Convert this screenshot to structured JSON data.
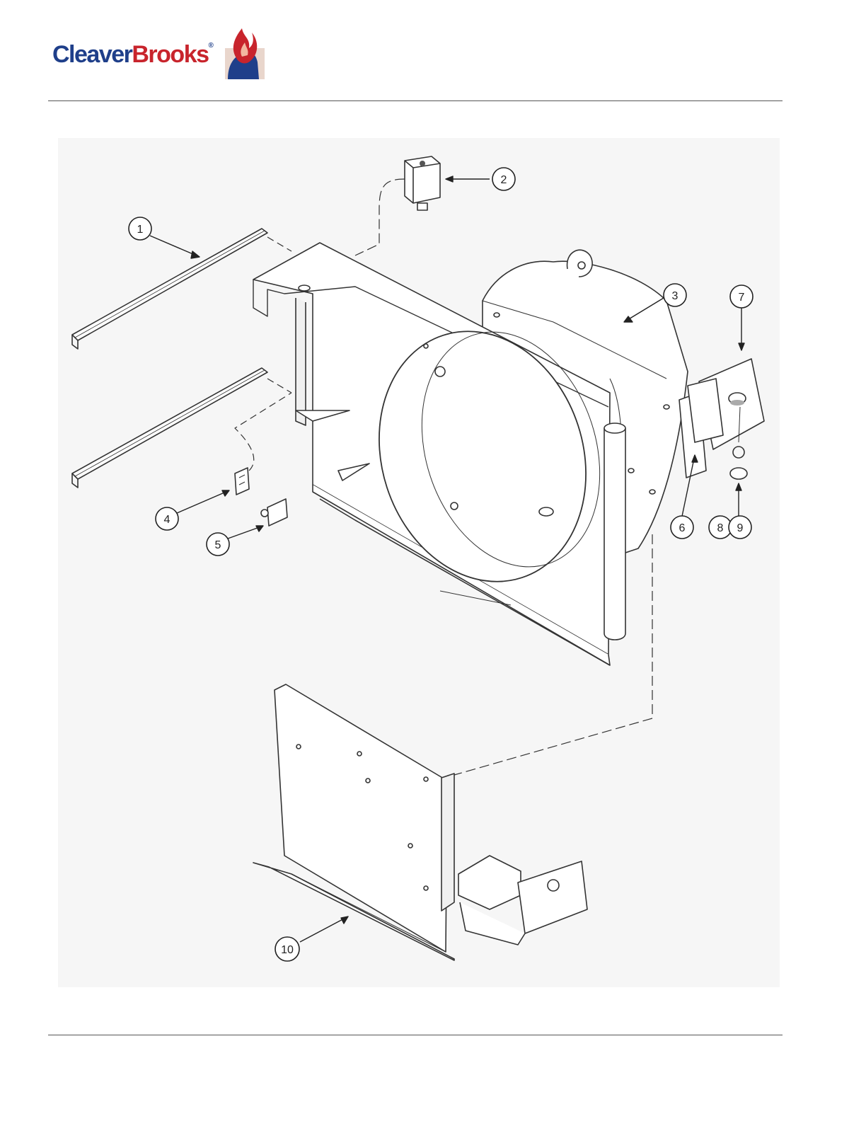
{
  "header": {
    "brand_part1": "Cleaver",
    "brand_part2": "Brooks",
    "brand_mark": "®"
  },
  "colors": {
    "brand_blue": "#1f3f8a",
    "brand_red": "#c8242c",
    "line": "#333333"
  },
  "drawing": {
    "callouts": [
      "1",
      "2",
      "3",
      "4",
      "5",
      "6",
      "7",
      "8",
      "9",
      "10"
    ]
  }
}
